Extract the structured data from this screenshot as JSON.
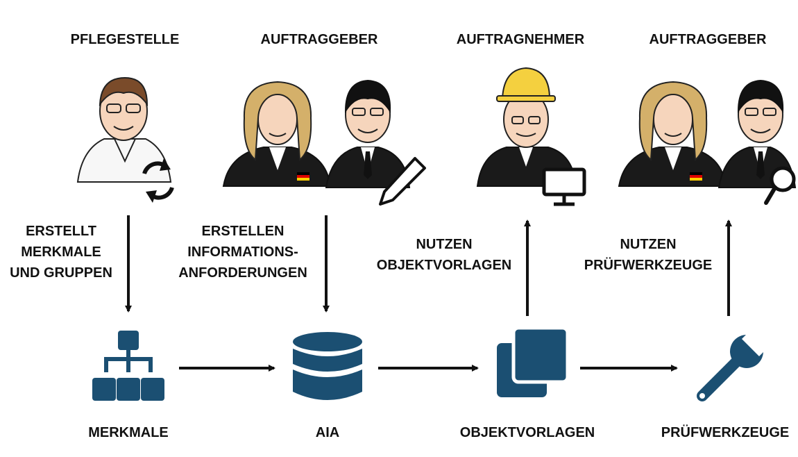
{
  "roles": [
    {
      "label": "PFLEGESTELLE"
    },
    {
      "label": "AUFTRAGGEBER"
    },
    {
      "label": "AUFTRAGNEHMER"
    },
    {
      "label": "AUFTRAGGEBER"
    }
  ],
  "flow_labels": [
    {
      "lines": [
        "ERSTELLT",
        "MERKMALE",
        "UND GRUPPEN"
      ]
    },
    {
      "lines": [
        "ERSTELLEN",
        "INFORMATIONS-",
        "ANFORDERUNGEN"
      ]
    },
    {
      "lines": [
        "NUTZEN",
        "OBJEKTVORLAGEN"
      ]
    },
    {
      "lines": [
        "NUTZEN",
        "PRÜFWERKZEUGE"
      ]
    }
  ],
  "nodes": [
    {
      "label": "MERKMALE",
      "icon": "hierarchy-icon"
    },
    {
      "label": "AIA",
      "icon": "database-icon"
    },
    {
      "label": "OBJEKTVORLAGEN",
      "icon": "copy-icon"
    },
    {
      "label": "PRÜFWERKZEUGE",
      "icon": "wrench-icon"
    }
  ],
  "role_badges": [
    "refresh-icon",
    "pencil-icon",
    "monitor-icon",
    "magnifier-icon"
  ],
  "colors": {
    "icon": "#1b4f72",
    "text": "#111111",
    "arrow": "#111111",
    "hard_hat": "#f4d03f"
  }
}
